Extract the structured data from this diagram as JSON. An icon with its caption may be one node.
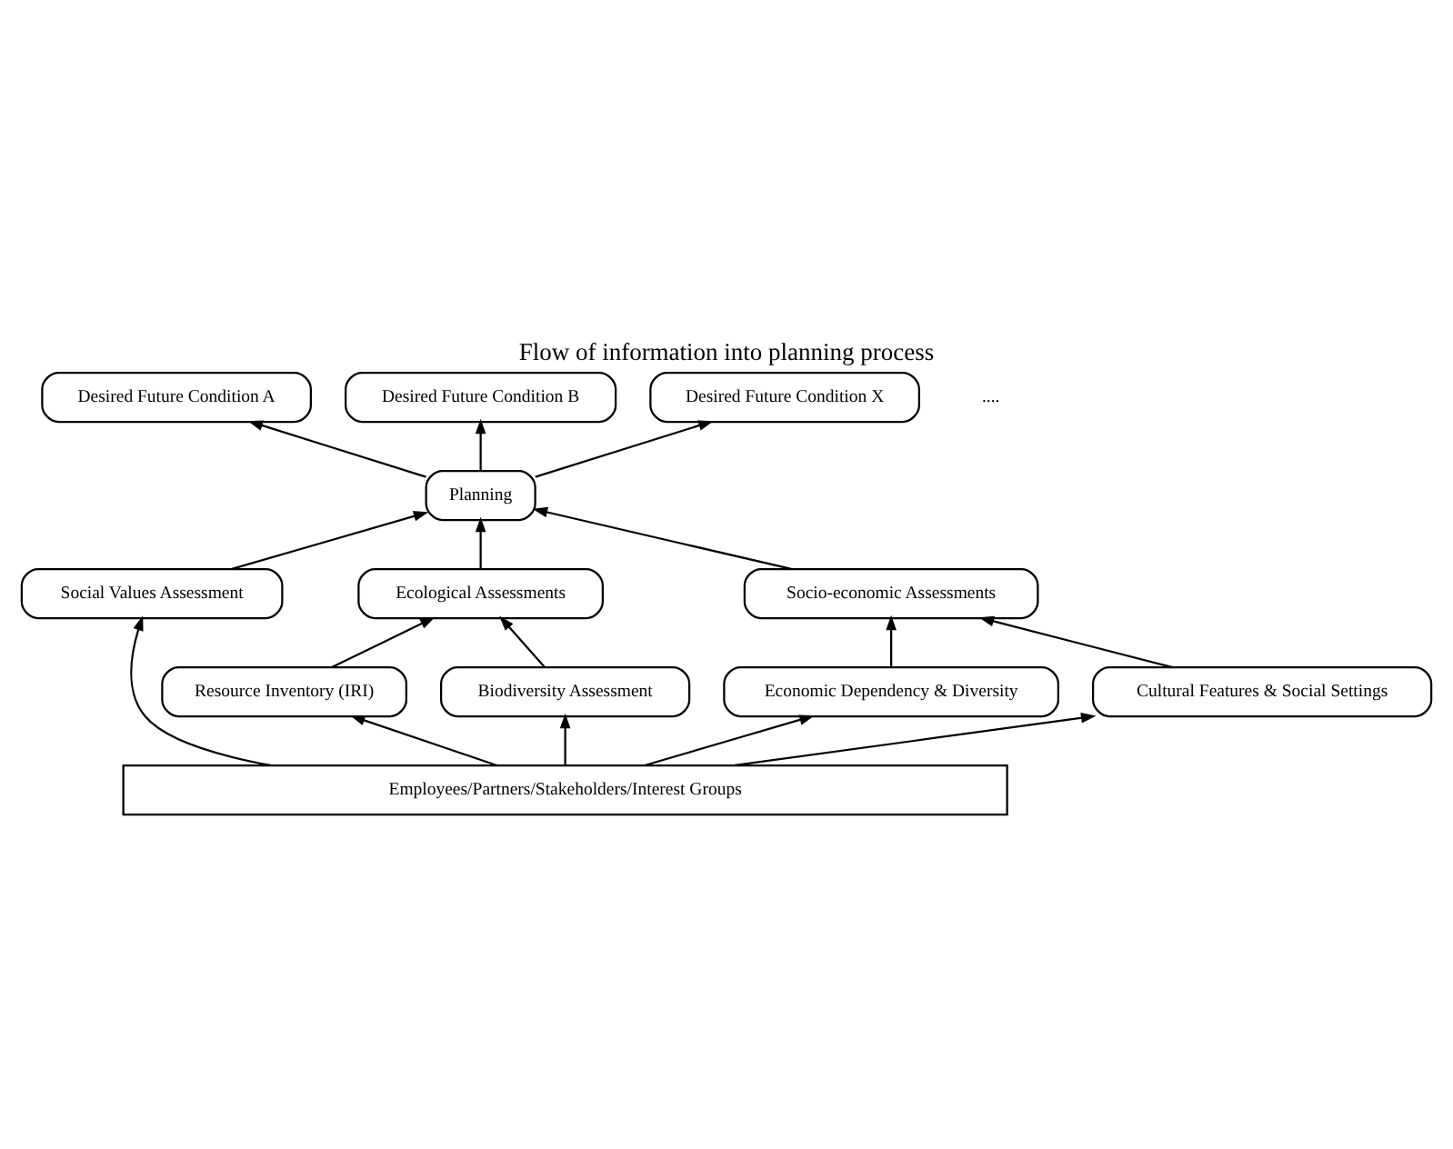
{
  "diagram": {
    "title": "Flow of information into planning process",
    "nodes": [
      {
        "text": [
          "Desired Future Condition A"
        ]
      },
      {
        "text": [
          "Desired Future Condition B"
        ]
      },
      {
        "text": [
          "Desired Future Condition X"
        ]
      },
      {
        "text": [
          "Planning"
        ]
      },
      {
        "text": [
          "Ecological Assessments"
        ]
      },
      {
        "text": [
          "Socio-economic Assessments"
        ]
      },
      {
        "text": [
          "Social Values Assessment"
        ]
      },
      {
        "text": [
          "Resource Inventory (IRI)"
        ]
      },
      {
        "text": [
          "Biodiversity Assessment"
        ]
      },
      {
        "text": [
          "Economic Dependency & Diversity"
        ]
      },
      {
        "text": [
          "Cultural Features & Social Settings"
        ]
      },
      {
        "text": [
          "Employees/Partners/Stakeholders/Interest Groups"
        ]
      }
    ],
    "edges": [
      {
        "from": 3,
        "to": 0,
        "arrow": "to"
      },
      {
        "from": 3,
        "to": 1,
        "arrow": "to"
      },
      {
        "from": 3,
        "to": 2,
        "arrow": "to"
      },
      {
        "from": 4,
        "to": 3,
        "arrow": "to"
      },
      {
        "from": 5,
        "to": 3,
        "arrow": "to"
      },
      {
        "from": 6,
        "to": 3,
        "arrow": "to"
      },
      {
        "from": 7,
        "to": 4,
        "arrow": "to"
      },
      {
        "from": 8,
        "to": 4,
        "arrow": "to"
      },
      {
        "from": 9,
        "to": 5,
        "arrow": "to"
      },
      {
        "from": 10,
        "to": 5,
        "arrow": "to"
      },
      {
        "from": 11,
        "to": 7,
        "arrow": "to"
      },
      {
        "from": 11,
        "to": 8,
        "arrow": "to"
      },
      {
        "from": 11,
        "to": 9,
        "arrow": "to"
      },
      {
        "from": 11,
        "to": 10,
        "arrow": "to"
      },
      {
        "from": 11,
        "to": 6,
        "arrow": "to"
      }
    ],
    "labels": [
      "...."
    ]
  }
}
